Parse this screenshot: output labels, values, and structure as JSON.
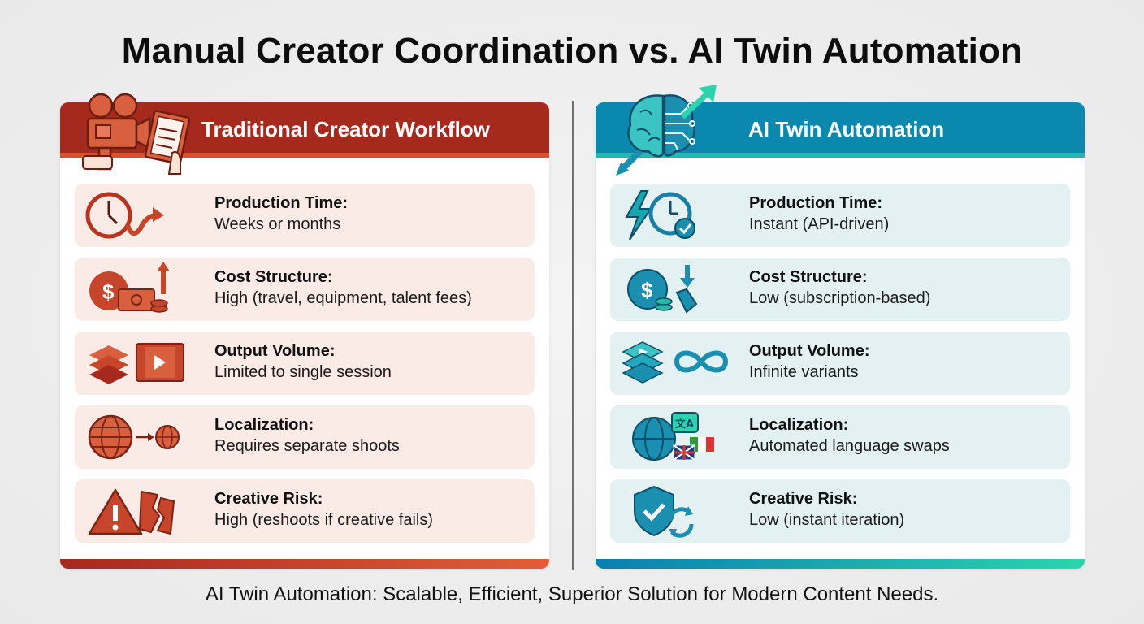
{
  "title": "Manual Creator Coordination vs. AI Twin Automation",
  "colors": {
    "traditional_header": "#a6291e",
    "traditional_accent": "#d9512e",
    "traditional_row_bg": "#fbebe6",
    "ai_header": "#0a88ae",
    "ai_accent": "#22b7b0",
    "ai_row_bg": "#e3f1f2"
  },
  "traditional": {
    "header_icon": "film-camera-clipboard-icon",
    "title": "Traditional Creator Workflow",
    "rows": [
      {
        "icon": "clock-detour-icon",
        "label": "Production Time:",
        "value": "Weeks or months"
      },
      {
        "icon": "money-rising-icon",
        "label": "Cost Structure:",
        "value": "High (travel, equipment, talent fees)"
      },
      {
        "icon": "layers-film-icon",
        "label": "Output Volume:",
        "value": "Limited to single session"
      },
      {
        "icon": "globe-to-globe-icon",
        "label": "Localization:",
        "value": "Requires separate shoots"
      },
      {
        "icon": "warning-broken-film-icon",
        "label": "Creative Risk:",
        "value": "High (reshoots if creative fails)"
      }
    ]
  },
  "ai": {
    "header_icon": "brain-circuit-arrow-icon",
    "title": "AI Twin Automation",
    "rows": [
      {
        "icon": "lightning-clock-check-icon",
        "label": "Production Time:",
        "value": "Instant (API-driven)"
      },
      {
        "icon": "money-price-down-icon",
        "label": "Cost Structure:",
        "value": "Low (subscription-based)"
      },
      {
        "icon": "layers-infinity-icon",
        "label": "Output Volume:",
        "value": "Infinite variants"
      },
      {
        "icon": "globe-translate-flags-icon",
        "label": "Localization:",
        "value": "Automated language swaps"
      },
      {
        "icon": "shield-check-refresh-icon",
        "label": "Creative Risk:",
        "value": "Low (instant iteration)"
      }
    ]
  },
  "tagline": "AI Twin Automation: Scalable, Efficient, Superior Solution for Modern Content Needs."
}
